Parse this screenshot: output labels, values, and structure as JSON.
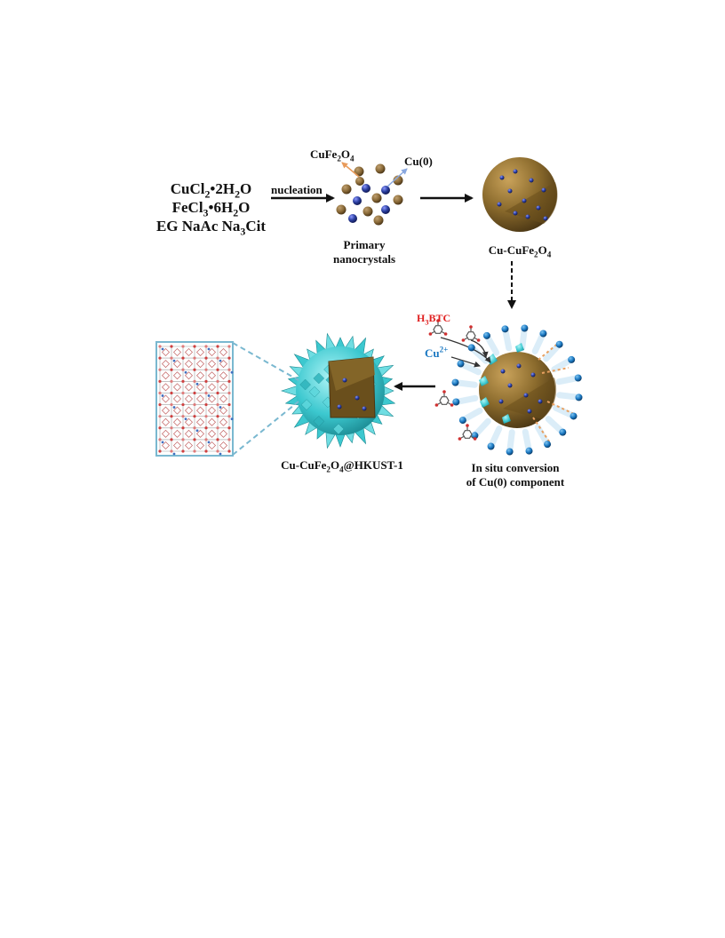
{
  "reagents": {
    "line1": {
      "a": "CuCl",
      "s1": "2",
      "b": "•2H",
      "s2": "2",
      "c": "O"
    },
    "line2": {
      "a": "FeCl",
      "s1": "3",
      "b": "•6H",
      "s2": "2",
      "c": "O"
    },
    "line3": {
      "a": "EG NaAc Na",
      "s1": "3",
      "b": "Cit"
    }
  },
  "step_nucleation": "nucleation",
  "nanocrystal_labels": {
    "cufe2o4": {
      "a": "CuFe",
      "s1": "2",
      "b": "O",
      "s2": "4"
    },
    "cu0": "Cu(0)"
  },
  "primary": {
    "line1": "Primary",
    "line2": "nanocrystals"
  },
  "cu_cufe2o4": {
    "a": "Cu-CuFe",
    "s1": "2",
    "b": "O",
    "s2": "4"
  },
  "h3btc": {
    "a": "H",
    "s1": "3",
    "b": "BTC"
  },
  "cu2plus": {
    "a": "Cu",
    "sup": "2+"
  },
  "conversion": {
    "line1": "In situ conversion",
    "line2": "of Cu(0) component"
  },
  "product": {
    "a": "Cu-CuFe",
    "s1": "2",
    "b": "O",
    "s2": "4",
    "c": "@HKUST-1"
  },
  "colors": {
    "core_brown": "#8a6a2c",
    "copper_blue": "#2b3fa0",
    "mof_cyan": "#3cc8cf",
    "cu2plus_blue": "#1a78c2",
    "h3btc_red": "#e02020",
    "arrow": "#111111"
  }
}
